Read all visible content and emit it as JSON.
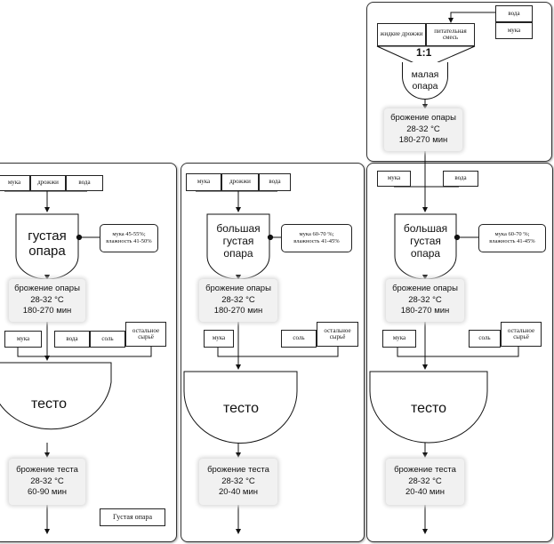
{
  "panel3_top": {
    "water": "вода",
    "flour": "мука",
    "liquid_yeast": "жидкие дрожжи",
    "nutrient_mix": "питательная смесь",
    "ratio": "1:1",
    "small_sponge": "малая опара",
    "fermentation": [
      "брожение опары",
      "28-32 °С",
      "180-270 мин"
    ]
  },
  "panel1": {
    "inputs": [
      "мука",
      "дрожжи",
      "вода"
    ],
    "vessel": "густая опара",
    "note": [
      "мука 45-55%;",
      "влажность 41-50%"
    ],
    "sponge_fermentation": [
      "брожение опары",
      "28-32 °С",
      "180-270 мин"
    ],
    "dough_inputs": [
      "мука",
      "вода",
      "соль",
      "остальное сырьё"
    ],
    "dough": "тесто",
    "dough_fermentation": [
      "брожение теста",
      "28-32 °С",
      "60-90 мин"
    ],
    "caption": "Густая опара"
  },
  "panel2": {
    "inputs": [
      "мука",
      "дрожжи",
      "вода"
    ],
    "vessel": "большая густая опара",
    "note": [
      "мука 60-70 %;",
      "влажность 41-45%"
    ],
    "sponge_fermentation": [
      "брожение опары",
      "28-32 °С",
      "180-270 мин"
    ],
    "dough_inputs": [
      "мука",
      "соль",
      "остальное сырьё"
    ],
    "dough": "тесто",
    "dough_fermentation": [
      "брожение теста",
      "28-32 °С",
      "20-40 мин"
    ]
  },
  "panel3": {
    "inputs": [
      "мука",
      "вода"
    ],
    "vessel": "большая густая опара",
    "note": [
      "мука 60-70 %;",
      "влажность 41-45%"
    ],
    "sponge_fermentation": [
      "брожение опары",
      "28-32 °С",
      "180-270 мин"
    ],
    "dough_inputs": [
      "мука",
      "соль",
      "остальное сырьё"
    ],
    "dough": "тесто",
    "dough_fermentation": [
      "брожение теста",
      "28-32 °С",
      "20-40 мин"
    ]
  }
}
